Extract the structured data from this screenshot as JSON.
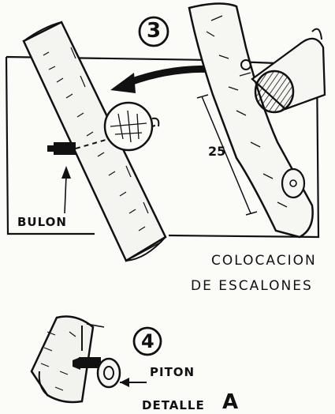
{
  "figure3": {
    "number": "3",
    "measure": "25",
    "bolt_label": "BULON",
    "caption_line1": "COLOCACION",
    "caption_line2": "DE ESCALONES"
  },
  "figure4": {
    "number": "4",
    "piton_label": "PITON",
    "detail_label": "DETALLE",
    "detail_letter": "A"
  },
  "colors": {
    "ink": "#111111",
    "paper": "#fbfbf8"
  }
}
